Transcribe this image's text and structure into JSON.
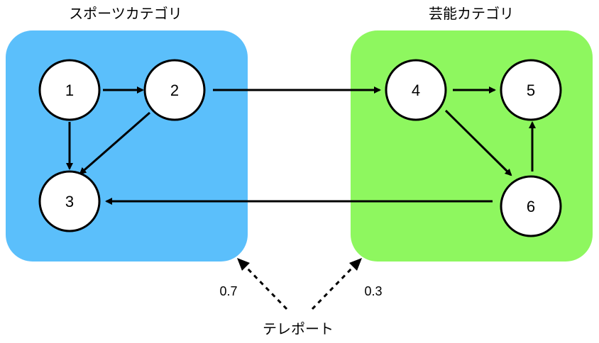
{
  "categories": {
    "sports": {
      "title": "スポーツカテゴリ",
      "color": "#5bbffb"
    },
    "entertainment": {
      "title": "芸能カテゴリ",
      "color": "#8ef75f"
    }
  },
  "nodes": {
    "n1": "1",
    "n2": "2",
    "n3": "3",
    "n4": "4",
    "n5": "5",
    "n6": "6"
  },
  "edges": [
    {
      "from": "1",
      "to": "2"
    },
    {
      "from": "1",
      "to": "3"
    },
    {
      "from": "2",
      "to": "3"
    },
    {
      "from": "2",
      "to": "4"
    },
    {
      "from": "4",
      "to": "5"
    },
    {
      "from": "4",
      "to": "6"
    },
    {
      "from": "6",
      "to": "5"
    },
    {
      "from": "6",
      "to": "3"
    }
  ],
  "teleport": {
    "label": "テレポート",
    "to_sports": "0.7",
    "to_entertainment": "0.3"
  }
}
